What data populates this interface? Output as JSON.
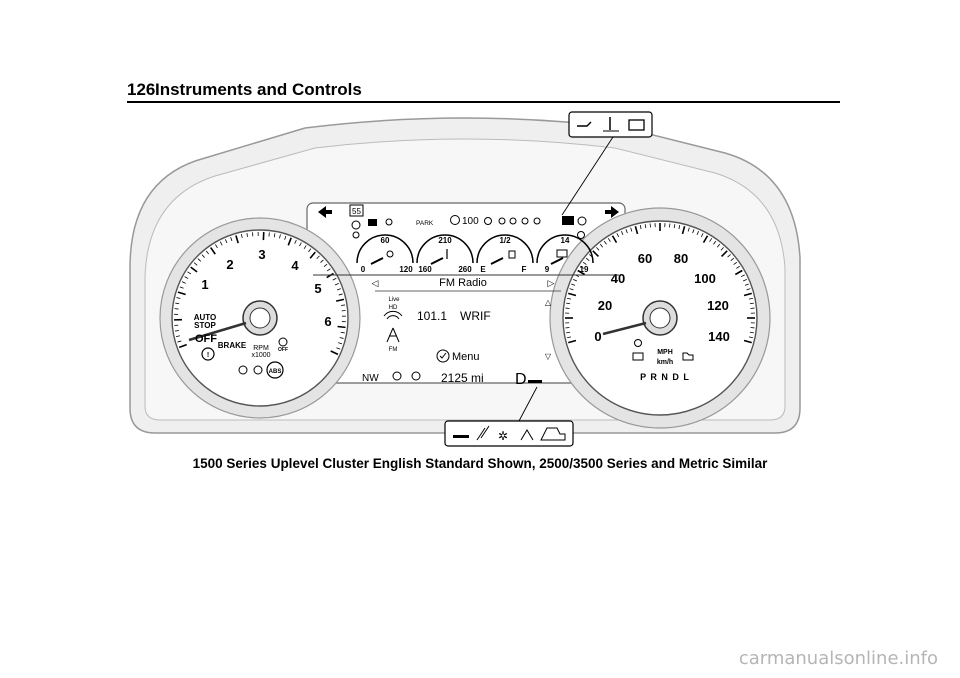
{
  "page": {
    "number": "126",
    "section_title": "Instruments and Controls",
    "caption": "1500 Series Uplevel Cluster English Standard Shown, 2500/3500 Series and Metric Similar",
    "watermark": "carmanualsonline.info"
  },
  "cluster": {
    "tachometer": {
      "scale": [
        "1",
        "2",
        "3",
        "4",
        "5",
        "6"
      ],
      "auto_stop_line1": "AUTO",
      "auto_stop_line2": "STOP",
      "off_label": "OFF",
      "brake": "BRAKE",
      "rpm_line1": "RPM",
      "rpm_line2": "x1000",
      "abs": "ABS",
      "esc_off": "OFF"
    },
    "speedometer": {
      "scale": [
        "0",
        "20",
        "40",
        "60",
        "80",
        "100",
        "120",
        "140"
      ],
      "unit_mph": "MPH",
      "unit_kmh": "km/h",
      "prndl": "P R N D L"
    },
    "display": {
      "speed_limit": "55",
      "park": "PARK",
      "cruise_speed": "100",
      "mini_gauges": [
        {
          "top": "60",
          "left": "0",
          "right": "120"
        },
        {
          "top": "210",
          "left": "160",
          "right": "260"
        },
        {
          "top": "1/2",
          "left": "E",
          "right": "F"
        },
        {
          "top": "14",
          "left": "9",
          "right": "19"
        }
      ],
      "source": "FM Radio",
      "live_label": "Live",
      "hd_label": "HD",
      "frequency": "101.1",
      "station": "WRIF",
      "band": "FM",
      "menu": "Menu",
      "compass": "NW",
      "odometer": "2125 mi",
      "gear": "D"
    }
  }
}
